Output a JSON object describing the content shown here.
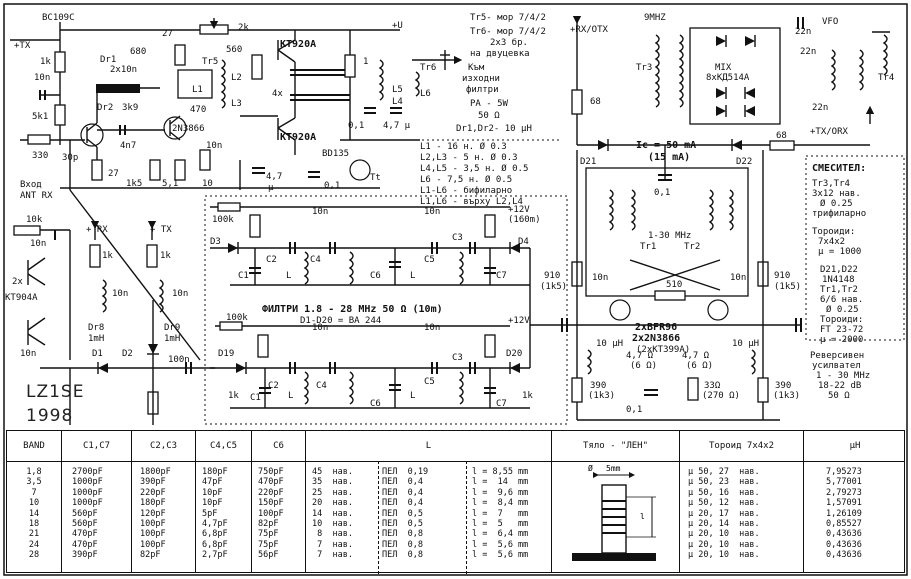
{
  "schematic": {
    "title_callsign": "LZ1SE",
    "year": "1998",
    "labels": {
      "bc109c": "BC109C",
      "tx_plus_top": "+TX",
      "r_1k": "1k",
      "c_10n": "10n",
      "dr1": "Dr1",
      "dr1_val": "2x10n",
      "dr2": "Dr2",
      "dr2_val": "3k9",
      "r_680": "680",
      "r_27": "27",
      "r_2k": "2k",
      "tr5": "Tr5",
      "r_560": "560",
      "r_470": "470",
      "l1": "L1",
      "l2": "L2",
      "l3": "L3",
      "l4": "L4",
      "l5": "L5",
      "l6": "L6",
      "kt920a_1": "KT920A",
      "kt920a_2": "KT920A",
      "n2n3866": "2N3866",
      "r_5k1": "5k1",
      "c_4n7": "4n7",
      "r_330": "330",
      "c_30p": "30p",
      "vhod": "Вход",
      "ant_rx": "ANT RX",
      "r_27b": "27",
      "r_1k5": "1k5",
      "r_5_1": "5,1",
      "r_10": "10",
      "bd135": "BD135",
      "c_4_7mk": "4,7",
      "mk": "µ",
      "c_0_1": "0,1",
      "tt": "Tt",
      "plus_u": "+U",
      "tr5_spec": "Tr5- мор 7/4/2",
      "tr6_spec": "Tr6- мор 7/4/2",
      "tr6_spec2": "2x3 бр.",
      "tr6_spec3": "на двуцевка",
      "out_filters1": "Към",
      "out_filters2": "изходни",
      "out_filters3": "филтри",
      "pa_power": "PA - 5W",
      "pa_ohm": "50 Ω",
      "dr_spec": "Dr1,Dr2- 10 µH",
      "coil1": "L1  - 16  н.  Ø 0.3",
      "coil2": "L2,L3 -  5  н.  Ø 0.3",
      "coil3": "L4,L5 - 3,5 н.  Ø 0.5",
      "coil4": "L6   - 7,5 н.  Ø 0.5",
      "coil5": "L1-L6 - бифиларно",
      "coil6": "L1,L6 - върху L2,L4",
      "x4": "4x",
      "c_4_7u": "4,7 µ",
      "c_0_1b": "0,1",
      "r_1": "1",
      "tr6": "Tr6",
      "r_100k": "100k",
      "d3": "D3",
      "d4": "D4",
      "c1": "C1",
      "c2": "C2",
      "c3": "C3",
      "c4": "C4",
      "c5": "C5",
      "c6": "C6",
      "c7": "C7",
      "lL": "L",
      "plus12_160": "+12V",
      "ma160": "(160m)",
      "filters": "ФИЛТРИ  1.8 - 28 MHz  50 Ω   (10m)",
      "diodes": "D1-D20 = BA 244",
      "plus12b": "+12V",
      "d19": "D19",
      "d20": "D20",
      "r_100k_b": "100k",
      "r_10k": "10k",
      "rx_plus": "+ RX",
      "tx_plus": "+ TX",
      "kt904a": "KT904A",
      "x2": "2x",
      "dr8": "Dr8",
      "dr8_val": "1mH",
      "dr9": "Dr9",
      "dr9_val": "1mH",
      "d1": "D1",
      "d2": "D2",
      "c_100n": "100n",
      "rx_otx": "+RX/OTX",
      "mhz9": "9MHZ",
      "vfo": "VFO",
      "tr3": "Tr3",
      "tr4": "Tr4",
      "mix": "MIX",
      "diodes_mix": "8xKД514A",
      "c_22n": "22n",
      "r_68": "68",
      "tx_orx": "+TX/ORX",
      "r_68b": "68",
      "ic": "Ic = 50 mA",
      "ic2": "(15 mA)",
      "d21": "D21",
      "d22": "D22",
      "tr1": "Tr1",
      "tr2": "Tr2",
      "mhz_1_30": "1-30 MHz",
      "r_910": "910",
      "r_1k5b": "(1k5)",
      "r_510": "510",
      "bfr96": "2xBFR96",
      "n2n3866b": "2x2N3866",
      "kt399": "(2xKT399A)",
      "uh10": "10 µH",
      "r_4_7": "4,7 Ω",
      "r_6": "(6 Ω)",
      "r_33": "33Ω",
      "r_270": "(270 Ω)",
      "r_390": "390",
      "r_1k3": "(1k3)",
      "mixer_title": "СМЕСИТЕЛ:",
      "mixer1": "Tr3,Tr4",
      "mixer2": "3x12 нав.",
      "mixer3": "Ø 0.25",
      "mixer4": "трифиларно",
      "mixer5": "Тороиди:",
      "mixer6": "7x4x2",
      "mixer7": "µ = 1000",
      "mixer8": "D21,D22",
      "mixer9": "1N4148",
      "mixer10": "Tr1,Tr2",
      "mixer11": "6/6 нав.",
      "mixer12": "Ø 0.25",
      "mixer13": "Тороиди:",
      "mixer14": "FT 23-72",
      "mixer15": "µ = 2000",
      "amp1": "Реверсивен",
      "amp2": "усилвател",
      "amp3": "1 - 30 MHz",
      "amp4": "18-22 dB",
      "amp5": "50 Ω",
      "c_10n_b": "10n"
    }
  },
  "table": {
    "headers": {
      "band": "BAND",
      "c1c7": "C1,C7",
      "c2c3": "C2,C3",
      "c4c5": "C4,C5",
      "c6": "C6",
      "l": "L",
      "body": "Тяло - \"ЛЕН\"",
      "toroid": "Тороид 7x4x2",
      "uh": "µH"
    },
    "body_dims": {
      "diam": "5mm",
      "len": "l"
    },
    "rows": [
      {
        "band": "1,8",
        "c1c7": "2700pF",
        "c2c3": "1800pF",
        "c4c5": "180pF",
        "c6": "750pF",
        "turns": "45  нав.",
        "wire": "ПЕЛ  0,19",
        "len": "l = 8,55 mm",
        "mu": "µ 50, 27  нав.",
        "uh": "7,95273"
      },
      {
        "band": "3,5",
        "c1c7": "1000pF",
        "c2c3": "390pF",
        "c4c5": "47pF",
        "c6": "470pF",
        "turns": "35  нав.",
        "wire": "ПЕЛ  0,4",
        "len": "l =  14  mm",
        "mu": "µ 50, 23  нав.",
        "uh": "5,77001"
      },
      {
        "band": "7",
        "c1c7": "1000pF",
        "c2c3": "220pF",
        "c4c5": "10pF",
        "c6": "220pF",
        "turns": "25  нав.",
        "wire": "ПЕЛ  0,4",
        "len": "l =  9,6 mm",
        "mu": "µ 50, 16  нав.",
        "uh": "2,79273"
      },
      {
        "band": "10",
        "c1c7": "1000pF",
        "c2c3": "180pF",
        "c4c5": "10pF",
        "c6": "150pF",
        "turns": "20  нав.",
        "wire": "ПЕЛ  0,4",
        "len": "l =  8,4 mm",
        "mu": "µ 50, 12  нав.",
        "uh": "1,57091"
      },
      {
        "band": "14",
        "c1c7": "560pF",
        "c2c3": "120pF",
        "c4c5": "5pF",
        "c6": "100pF",
        "turns": "14  нав.",
        "wire": "ПЕЛ  0,5",
        "len": "l =  7   mm",
        "mu": "µ 20, 17  нав.",
        "uh": "1,26109"
      },
      {
        "band": "18",
        "c1c7": "560pF",
        "c2c3": "100pF",
        "c4c5": "4,7pF",
        "c6": "82pF",
        "turns": "10  нав.",
        "wire": "ПЕЛ  0,5",
        "len": "l =  5   mm",
        "mu": "µ 20, 14  нав.",
        "uh": "0,85527"
      },
      {
        "band": "21",
        "c1c7": "470pF",
        "c2c3": "100pF",
        "c4c5": "6,8pF",
        "c6": "75pF",
        "turns": " 8  нав.",
        "wire": "ПЕЛ  0,8",
        "len": "l =  6,4 mm",
        "mu": "µ 20, 10  нав.",
        "uh": "0,43636"
      },
      {
        "band": "24",
        "c1c7": "470pF",
        "c2c3": "100pF",
        "c4c5": "6,8pF",
        "c6": "75pF",
        "turns": " 7  нав.",
        "wire": "ПЕЛ  0,8",
        "len": "l =  5,6 mm",
        "mu": "µ 20, 10  нав.",
        "uh": "0,43636"
      },
      {
        "band": "28",
        "c1c7": "390pF",
        "c2c3": "82pF",
        "c4c5": "2,7pF",
        "c6": "56pF",
        "turns": " 7  нав.",
        "wire": "ПЕЛ  0,8",
        "len": "l =  5,6 mm",
        "mu": "µ 20, 10  нав.",
        "uh": "0,43636"
      }
    ]
  }
}
